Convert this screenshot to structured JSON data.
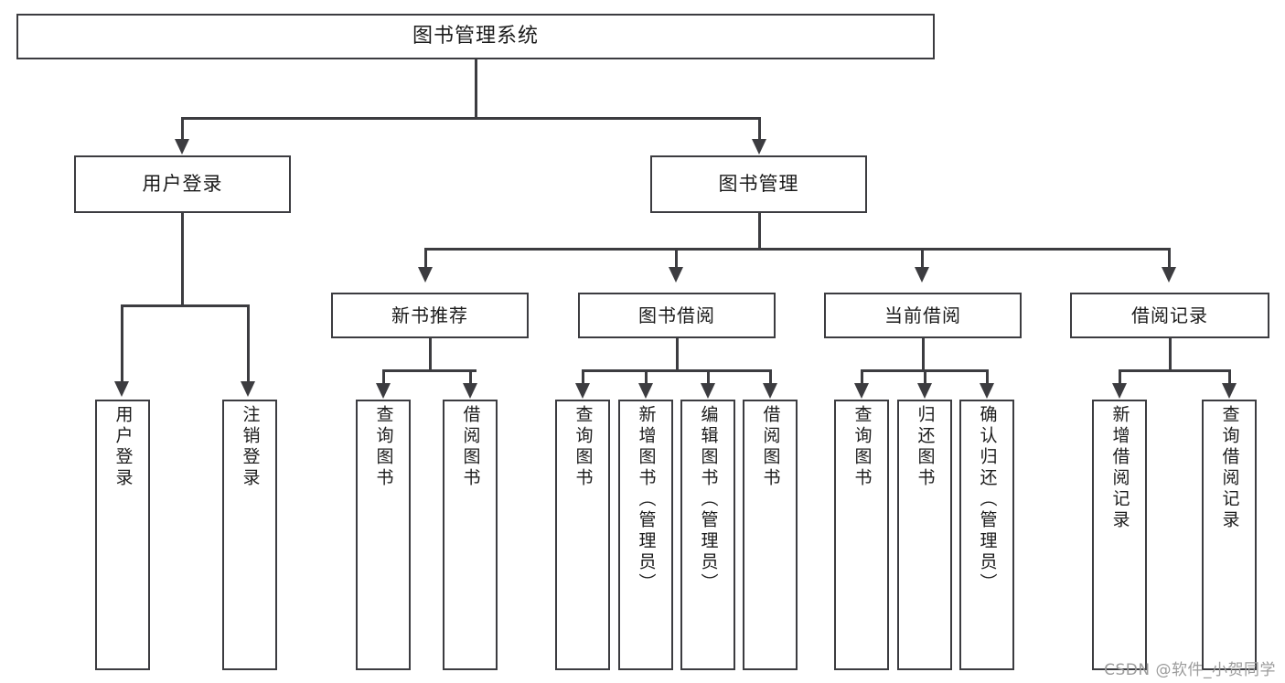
{
  "diagram": {
    "type": "hierarchy-tree",
    "title": "图书管理系统",
    "root": {
      "label": "图书管理系统"
    },
    "level2": [
      {
        "id": "user-login",
        "label": "用户登录"
      },
      {
        "id": "book-manage",
        "label": "图书管理"
      }
    ],
    "level3": [
      {
        "id": "new-book-recommend",
        "label": "新书推荐",
        "parent": "book-manage"
      },
      {
        "id": "book-borrow",
        "label": "图书借阅",
        "parent": "book-manage"
      },
      {
        "id": "current-borrow",
        "label": "当前借阅",
        "parent": "book-manage"
      },
      {
        "id": "borrow-record",
        "label": "借阅记录",
        "parent": "book-manage"
      }
    ],
    "leaves": [
      {
        "id": "leaf-user-login",
        "label": "用户登录",
        "parent": "user-login"
      },
      {
        "id": "leaf-user-logout",
        "label": "注销登录",
        "parent": "user-login"
      },
      {
        "id": "leaf-query-book-1",
        "label": "查询图书",
        "parent": "new-book-recommend"
      },
      {
        "id": "leaf-borrow-book-1",
        "label": "借阅图书",
        "parent": "new-book-recommend"
      },
      {
        "id": "leaf-query-book-2",
        "label": "查询图书",
        "parent": "book-borrow"
      },
      {
        "id": "leaf-add-book",
        "label": "新增图书（管理员）",
        "parent": "book-borrow"
      },
      {
        "id": "leaf-edit-book",
        "label": "编辑图书（管理员）",
        "parent": "book-borrow"
      },
      {
        "id": "leaf-borrow-book-2",
        "label": "借阅图书",
        "parent": "book-borrow"
      },
      {
        "id": "leaf-query-book-3",
        "label": "查询图书",
        "parent": "current-borrow"
      },
      {
        "id": "leaf-return-book",
        "label": "归还图书",
        "parent": "current-borrow"
      },
      {
        "id": "leaf-confirm-return",
        "label": "确认归还（管理员）",
        "parent": "current-borrow"
      },
      {
        "id": "leaf-add-record",
        "label": "新增借阅记录",
        "parent": "borrow-record"
      },
      {
        "id": "leaf-query-record",
        "label": "查询借阅记录",
        "parent": "borrow-record"
      }
    ],
    "colors": {
      "background": "#ffffff",
      "box_border": "#3c3c40",
      "box_fill": "#ffffff",
      "text": "#1b1b1b",
      "connector": "#3c3c40",
      "watermark": "#9b9b9b"
    }
  },
  "watermark": {
    "text": "CSDN @软件_小贺同学"
  }
}
